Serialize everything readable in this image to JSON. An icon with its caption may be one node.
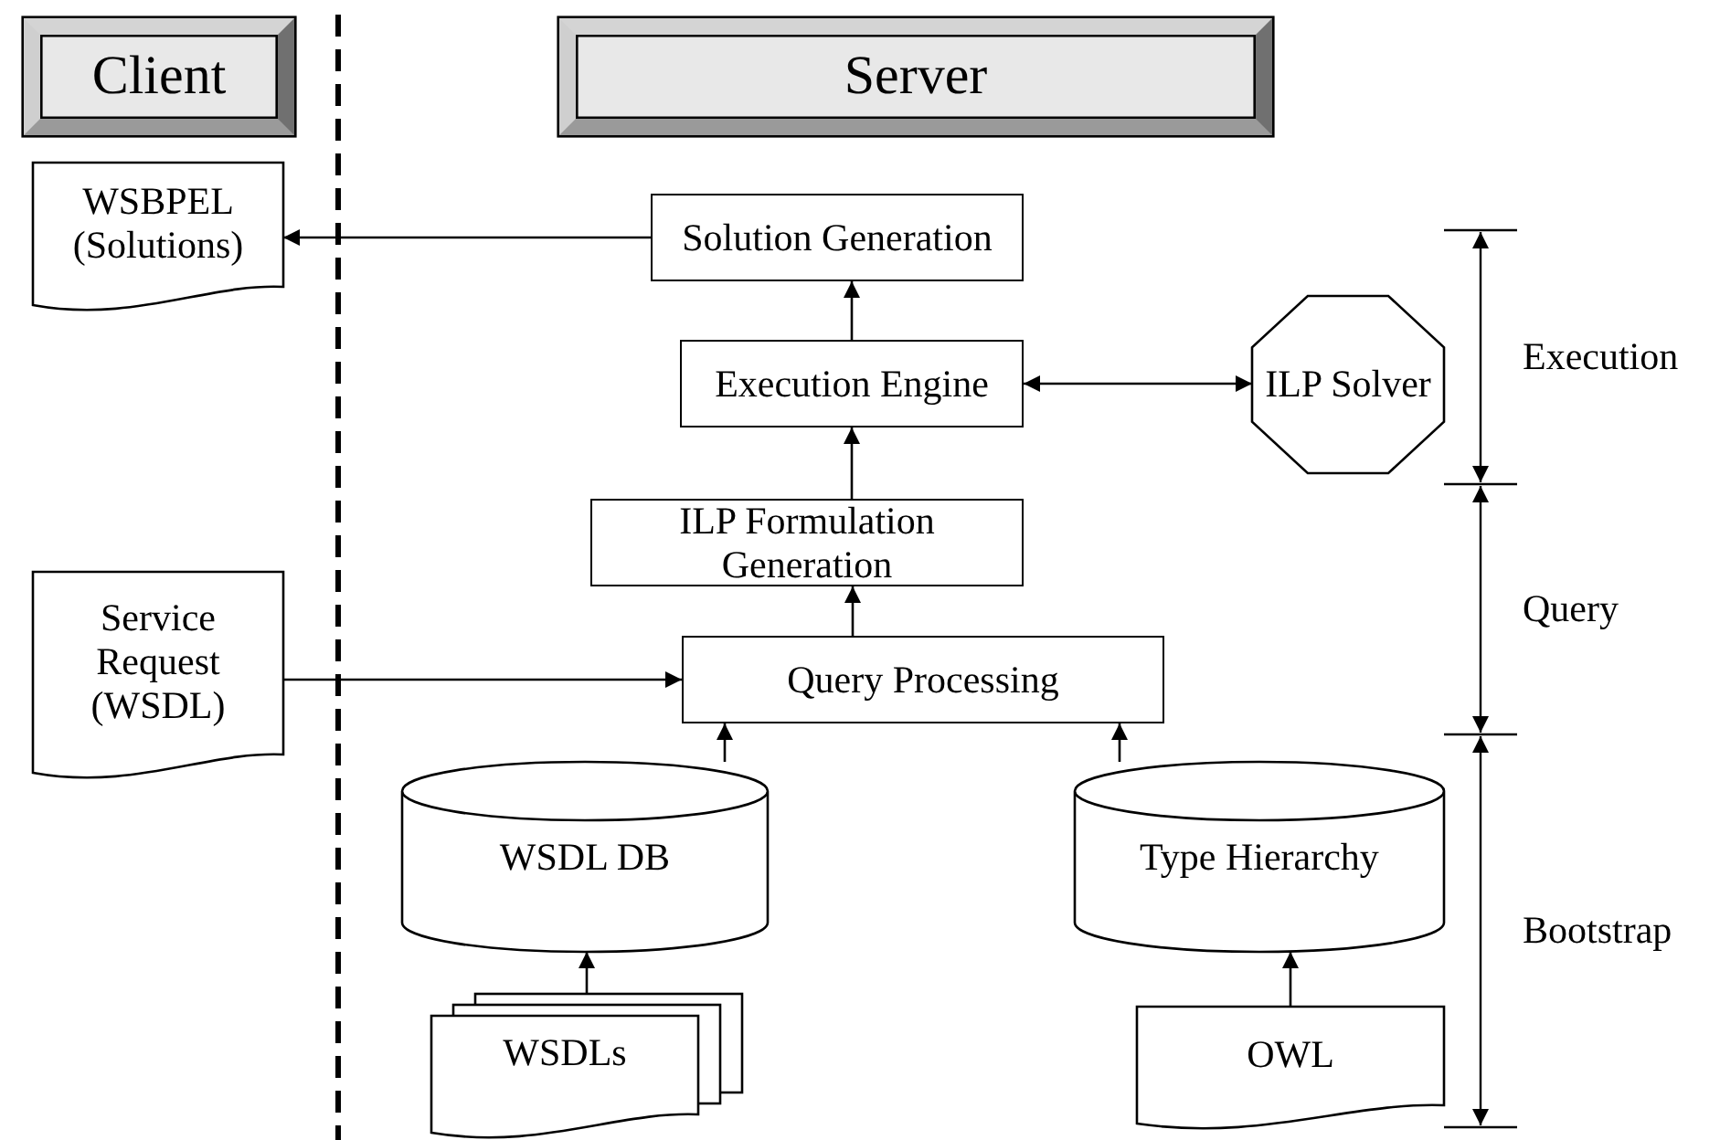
{
  "diagram": {
    "nodes": [
      {
        "text": [
          "Client"
        ]
      },
      {
        "text": [
          "Server"
        ]
      },
      {
        "text": [
          "WSBPEL (Solutions)"
        ]
      },
      {
        "text": [
          "Solution Generation"
        ]
      },
      {
        "text": [
          "Execution Engine"
        ]
      },
      {
        "text": [
          "ILP Solver"
        ]
      },
      {
        "text": [
          "ILP Formulation Generation"
        ]
      },
      {
        "text": [
          "Service Request (WSDL)"
        ]
      },
      {
        "text": [
          "Query Processing"
        ]
      },
      {
        "text": [
          "WSDL DB"
        ]
      },
      {
        "text": [
          "Type Hierarchy"
        ]
      },
      {
        "text": [
          "WSDLs"
        ]
      },
      {
        "text": [
          "OWL"
        ]
      }
    ],
    "edges": [
      {
        "from": 3,
        "to": 2,
        "arrow": "to"
      },
      {
        "from": 4,
        "to": 3,
        "arrow": "to"
      },
      {
        "from": 4,
        "to": 5,
        "arrow": "both"
      },
      {
        "from": 6,
        "to": 4,
        "arrow": "to"
      },
      {
        "from": 8,
        "to": 6,
        "arrow": "to"
      },
      {
        "from": 7,
        "to": 8,
        "arrow": "to"
      },
      {
        "from": 9,
        "to": 8,
        "arrow": "to"
      },
      {
        "from": 10,
        "to": 8,
        "arrow": "to"
      },
      {
        "from": 11,
        "to": 9,
        "arrow": "to"
      },
      {
        "from": 12,
        "to": 10,
        "arrow": "to"
      }
    ],
    "labels": [
      "Execution",
      "Query",
      "Bootstrap"
    ]
  }
}
